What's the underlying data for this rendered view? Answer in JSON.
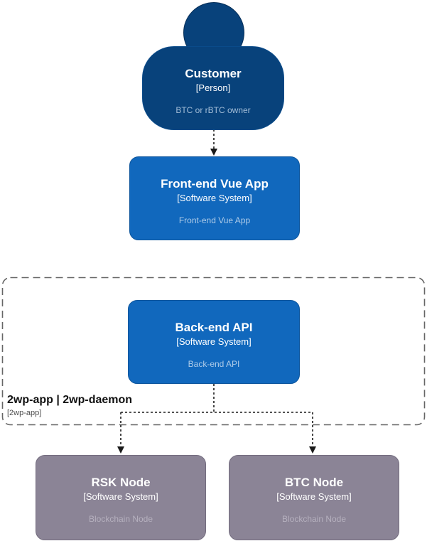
{
  "diagram": {
    "colors": {
      "person_fill": "#08427B",
      "system_fill": "#1168BD",
      "node_fill": "#8B8496",
      "person_desc_text": "#A3BDD7",
      "system_desc_text": "#AECBE8",
      "node_desc_text": "#B5B0BE",
      "boundary_border": "#666666",
      "connector": "#1A1A1A",
      "background": "#FFFFFF"
    }
  },
  "person": {
    "name": "Customer",
    "type": "[Person]",
    "description": "BTC or rBTC owner"
  },
  "frontend": {
    "name": "Front-end Vue App",
    "type": "[Software System]",
    "description": "Front-end Vue App"
  },
  "backend": {
    "name": "Back-end API",
    "type": "[Software System]",
    "description": "Back-end API"
  },
  "boundary": {
    "label": "2wp-app | 2wp-daemon",
    "sublabel": "[2wp-app]"
  },
  "rsk_node": {
    "name": "RSK Node",
    "type": "[Software System]",
    "description": "Blockchain Node"
  },
  "btc_node": {
    "name": "BTC Node",
    "type": "[Software System]",
    "description": "Blockchain Node"
  }
}
